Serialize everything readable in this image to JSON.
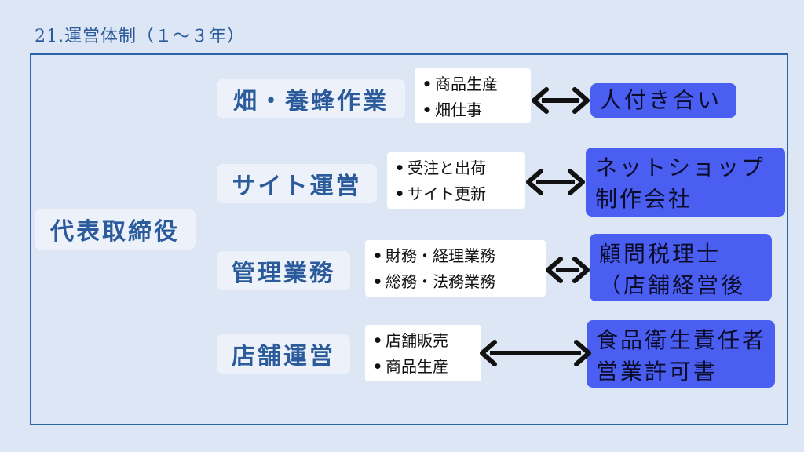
{
  "title": "21.運営体制（１～３年）",
  "ceo": "代表取締役",
  "rows": [
    {
      "dept": "畑・養蜂作業",
      "tasks": [
        "商品生産",
        "畑仕事"
      ],
      "partner": [
        "人付き合い"
      ]
    },
    {
      "dept": "サイト運営",
      "tasks": [
        "受注と出荷",
        "サイト更新"
      ],
      "partner": [
        "ネットショップ",
        "制作会社"
      ]
    },
    {
      "dept": "管理業務",
      "tasks": [
        "財務・経理業務",
        "総務・法務業務"
      ],
      "partner": [
        "顧問税理士",
        "（店舗経営後"
      ]
    },
    {
      "dept": "店舗運営",
      "tasks": [
        "店舗販売",
        "商品生産"
      ],
      "partner": [
        "食品衛生責任者",
        "営業許可書"
      ]
    }
  ],
  "bullet": "•",
  "colors": {
    "accent": "#2c5b9c",
    "partner_fill": "#4a5ff2",
    "background": "#dde6f5"
  }
}
